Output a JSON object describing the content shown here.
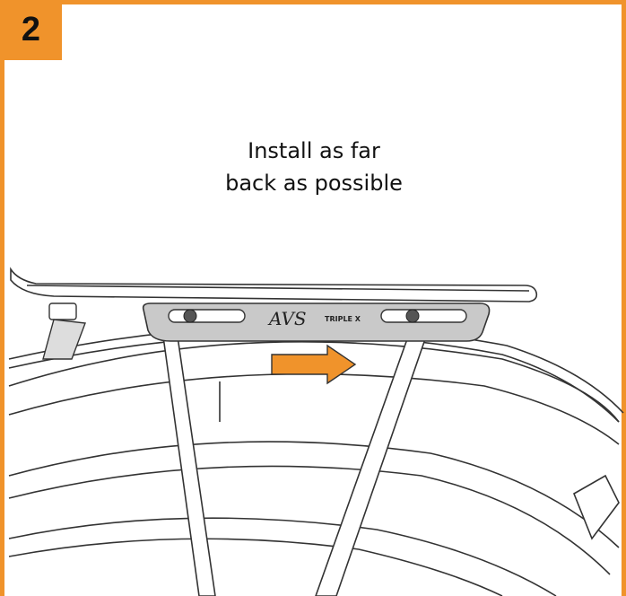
{
  "step": {
    "number": "2"
  },
  "instruction": {
    "line1": "Install as far",
    "line2": "back as possible"
  },
  "adapter": {
    "brand_logo": "AVS",
    "model_logo": "TRIPLE X"
  },
  "colors": {
    "accent": "#f0932b",
    "line": "#333333",
    "adapter_fill": "#c9c9c9"
  },
  "icons": {
    "arrow": "right-arrow-icon"
  }
}
